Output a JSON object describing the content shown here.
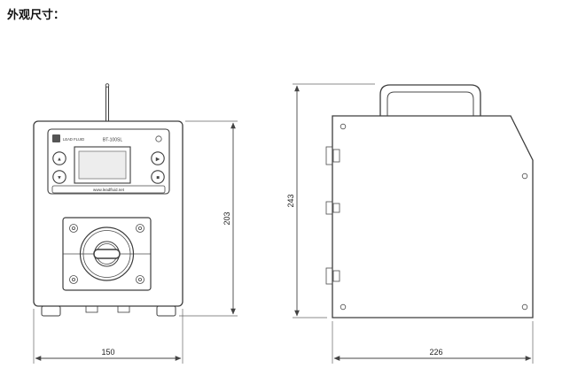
{
  "title": "外观尺寸：",
  "front_view": {
    "brand": "LEAD FLUID",
    "model": "BT-100SL",
    "website": "www.leadfluid.net",
    "button_glyphs": [
      "▲",
      "▼",
      "▶",
      "■"
    ],
    "dims": {
      "width": "150",
      "height": "203"
    }
  },
  "side_view": {
    "dims": {
      "depth": "226",
      "height": "243"
    }
  }
}
